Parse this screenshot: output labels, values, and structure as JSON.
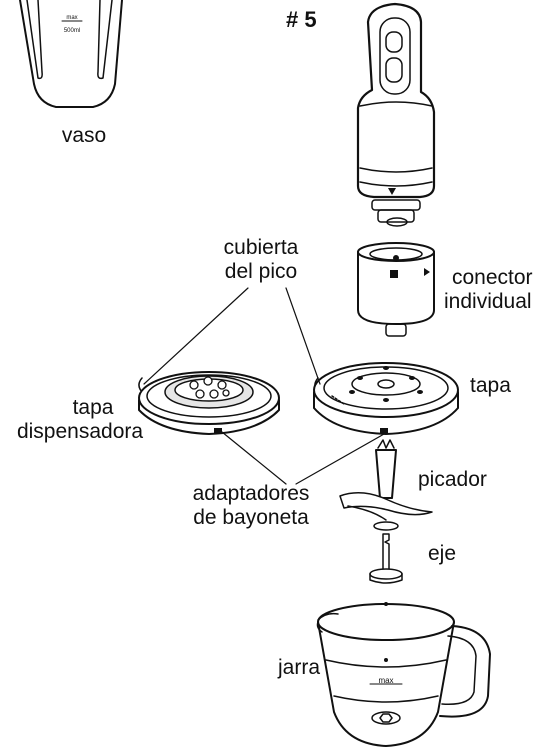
{
  "figure": {
    "number": "# 5",
    "colors": {
      "ink": "#111111",
      "paper": "#ffffff",
      "shade": "#e6e6e6"
    }
  },
  "labels": {
    "vaso": "vaso",
    "cubierta_l1": "cubierta",
    "cubierta_l2": "del pico",
    "conector_l1": "conector",
    "conector_l2": "individual",
    "tapa_disp_l1": "tapa",
    "tapa_disp_l2": "dispensadora",
    "tapa": "tapa",
    "adaptadores_l1": "adaptadores",
    "adaptadores_l2": "de bayoneta",
    "picador": "picador",
    "eje": "eje",
    "jarra": "jarra"
  },
  "markings": {
    "vaso_max": "max",
    "vaso_volume": "500ml",
    "jarra_max": "max"
  }
}
